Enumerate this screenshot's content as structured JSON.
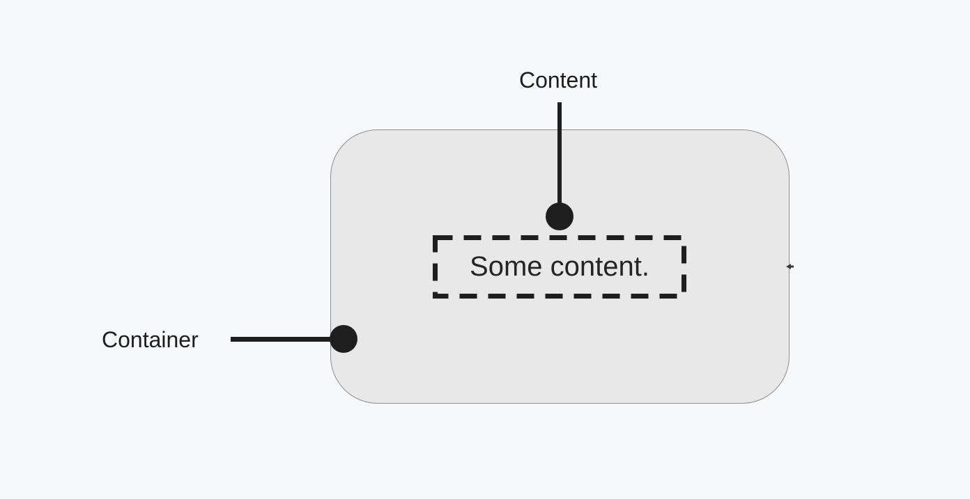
{
  "page": {
    "background": "#f7f8fa"
  },
  "diagram": {
    "container": {
      "label": "Container",
      "fill": "#e8e8e8",
      "border_color": "#8d8d8d"
    },
    "content": {
      "label": "Content",
      "body_text": "Some content.",
      "outline_style": "dashed"
    },
    "annotation_color": "#1e1e1e"
  }
}
